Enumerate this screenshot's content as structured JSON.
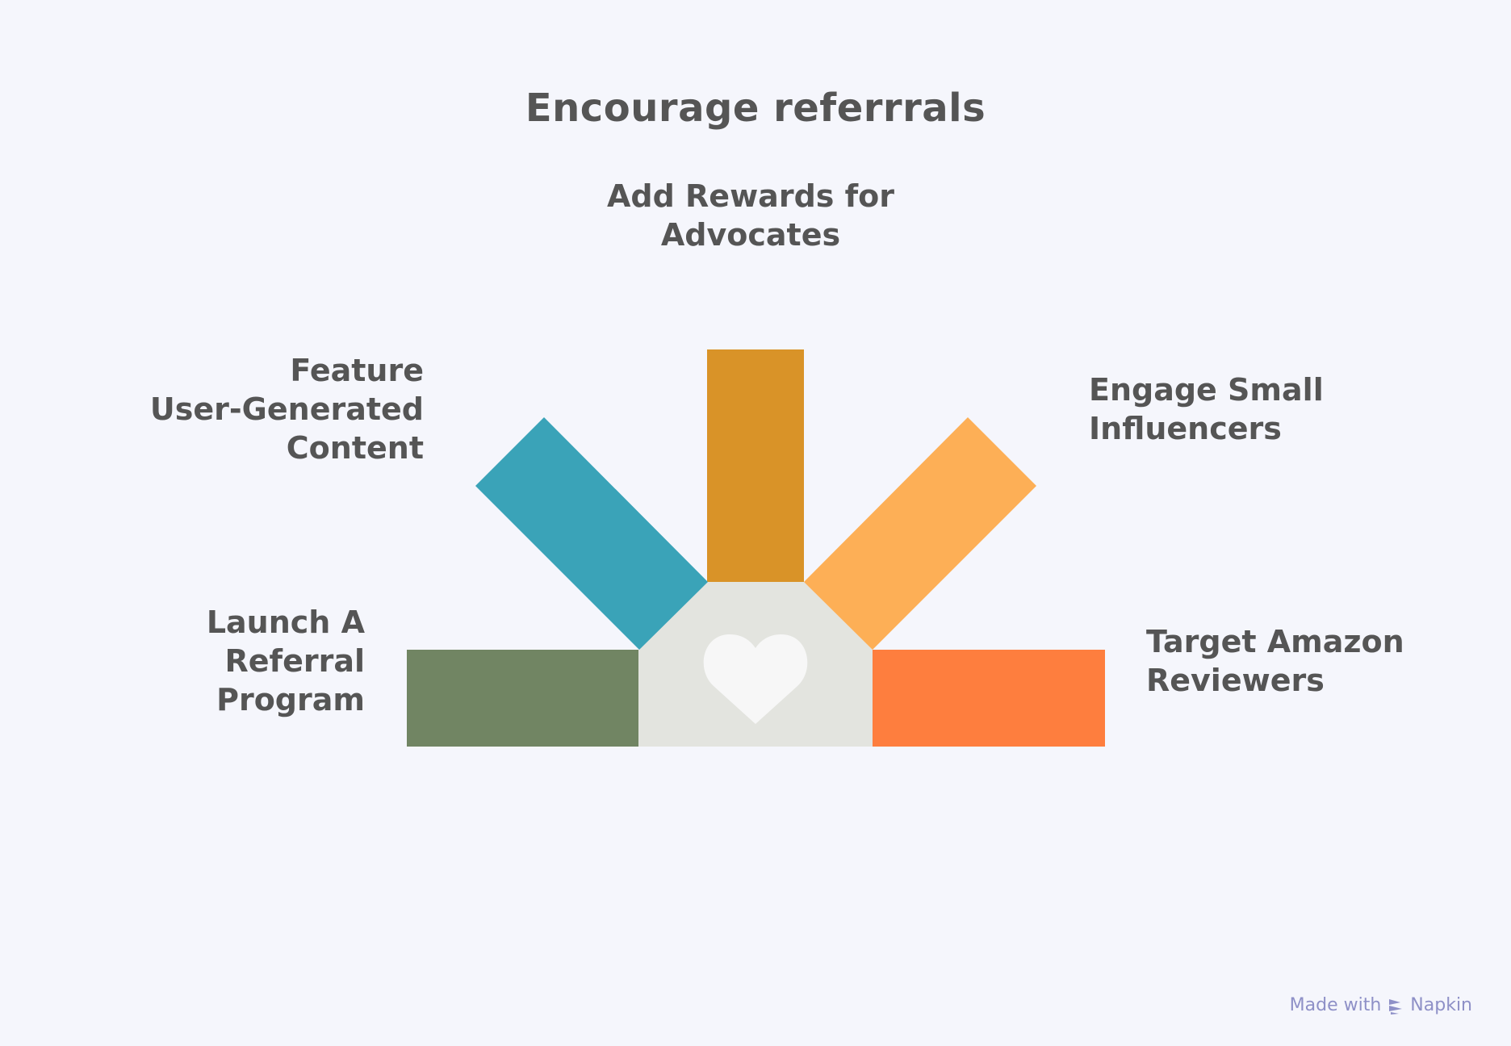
{
  "title": "Encourage referrrals",
  "items": {
    "top": {
      "label": "Add Rewards for\nAdvocates",
      "color": "#d99328"
    },
    "upper_left": {
      "label": "Feature\nUser-Generated\nContent",
      "color": "#3aa3b8"
    },
    "upper_right": {
      "label": "Engage Small\nInfluencers",
      "color": "#fdaf56"
    },
    "lower_left": {
      "label": "Launch A\nReferral\nProgram",
      "color": "#718563"
    },
    "lower_right": {
      "label": "Target Amazon\nReviewers",
      "color": "#fe7e3e"
    }
  },
  "hub": {
    "color": "#e3e4df",
    "icon": "heart-icon",
    "icon_color": "#f7f7f7"
  },
  "watermark": {
    "prefix": "Made with",
    "brand": "Napkin",
    "icon": "napkin-logo-icon"
  }
}
